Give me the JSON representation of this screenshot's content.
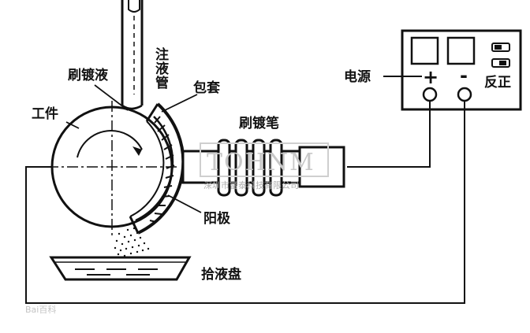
{
  "labels": {
    "injection_tube": "注液管",
    "plating_solution": "刷镀液",
    "wrap": "包套",
    "workpiece": "工件",
    "plating_pen": "刷镀笔",
    "anode": "阳极",
    "collector_tray": "拾液盘",
    "power_supply": "电源",
    "reverse_forward": "反正",
    "plus_sign": "+",
    "minus_sign": "-"
  },
  "watermark": {
    "logo": "TOHNM",
    "company": "深圳市富泰科技有限公司",
    "source": "Bai百科"
  },
  "colors": {
    "ink": "#111111",
    "background": "#ffffff",
    "watermark": "#c8c8c8"
  }
}
